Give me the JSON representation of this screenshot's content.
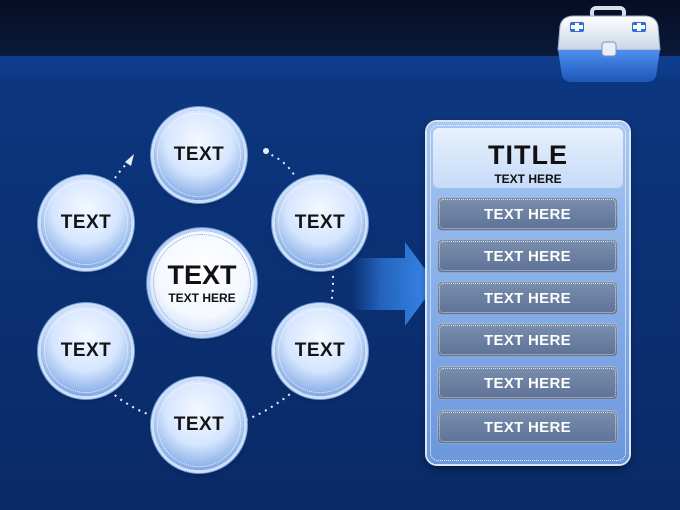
{
  "cycle": {
    "nodes": [
      {
        "label": "TEXT"
      },
      {
        "label": "TEXT"
      },
      {
        "label": "TEXT"
      },
      {
        "label": "TEXT"
      },
      {
        "label": "TEXT"
      },
      {
        "label": "TEXT"
      }
    ],
    "center": {
      "title": "TEXT",
      "subtitle": "TEXT HERE"
    }
  },
  "panel": {
    "title": "TITLE",
    "subtitle": "TEXT HERE",
    "items": [
      {
        "label": "TEXT HERE"
      },
      {
        "label": "TEXT HERE"
      },
      {
        "label": "TEXT HERE"
      },
      {
        "label": "TEXT HERE"
      },
      {
        "label": "TEXT HERE"
      },
      {
        "label": "TEXT HERE"
      }
    ]
  },
  "colors": {
    "background": "#0b3277",
    "top_bar": "#050d22",
    "circle_fill": "#d6e6ff",
    "panel_fill": "#88b0ea",
    "row_fill": "#6a7fa3",
    "arrow": "#2f79dd"
  },
  "decor": {
    "top_right_graphic": "medical-kit-icon",
    "connector": "dotted-cycle-arrows"
  }
}
